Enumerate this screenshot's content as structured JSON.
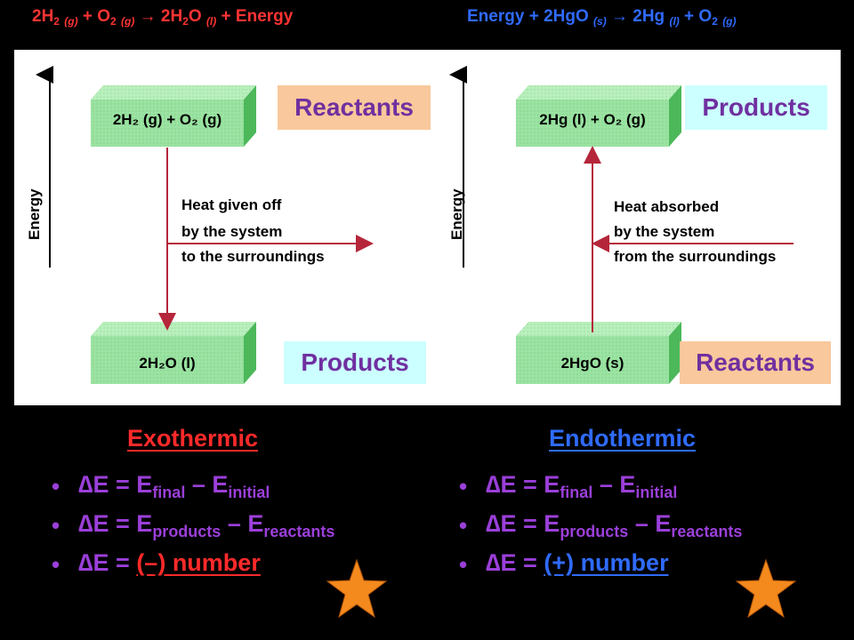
{
  "header": {
    "left_equation": {
      "p1": "2H",
      "s1": "2",
      "p2": " ",
      "st1": "(g)",
      "p3": " + O",
      "s2": "2",
      "p4": " ",
      "st2": "(g)",
      "arrow": " → ",
      "p5": "2H",
      "s3": "2",
      "p6": "O ",
      "st3": "(l)",
      "p7": " + Energy"
    },
    "right_equation": {
      "p1": "Energy + 2HgO ",
      "st1": "(s)",
      "arrow": " → ",
      "p2": "2Hg ",
      "st2": "(l)",
      "p3": " + O",
      "s1": "2",
      "p4": " ",
      "st3": "(g)"
    }
  },
  "diagram": {
    "axis_label": "Energy",
    "exothermic_panel": {
      "top_box": "2H₂ (g) + O₂ (g)",
      "bottom_box": "2H₂O (l)",
      "heat_text": [
        "Heat given off",
        "by the system",
        "to the surroundings"
      ],
      "top_tag": "Reactants",
      "bottom_tag": "Products"
    },
    "endothermic_panel": {
      "top_box": "2Hg (l) + O₂ (g)",
      "bottom_box": "2HgO (s)",
      "heat_text": [
        "Heat absorbed",
        "by the system",
        "from the surroundings"
      ],
      "top_tag": "Products",
      "bottom_tag": "Reactants"
    }
  },
  "exothermic": {
    "title": "Exothermic",
    "bullets": [
      {
        "a": "∆E = E",
        "b": "final",
        "c": " – E",
        "d": "initial"
      },
      {
        "a": "∆E = E",
        "b": "products",
        "c": " – E",
        "d": "reactants"
      },
      {
        "a": "∆E = ",
        "b": "(–) number"
      }
    ]
  },
  "endothermic": {
    "title": "Endothermic",
    "bullets": [
      {
        "a": "∆E = E",
        "b": "final",
        "c": " – E",
        "d": "initial"
      },
      {
        "a": "∆E = E",
        "b": "products",
        "c": " – E",
        "d": "reactants"
      },
      {
        "a": "∆E = ",
        "b": "(+) number"
      }
    ]
  },
  "bullet_char": "•",
  "icons": [
    "star-icon"
  ],
  "colors": {
    "exo_red": "#ff2a2a",
    "endo_blue": "#2f6bff",
    "bullet_purple": "#9b3fd9",
    "reactants_tag_bg": "#f9c89c",
    "products_tag_bg": "#ccffff",
    "box_green": "#9be3a2",
    "star_orange": "#f48a1d"
  }
}
